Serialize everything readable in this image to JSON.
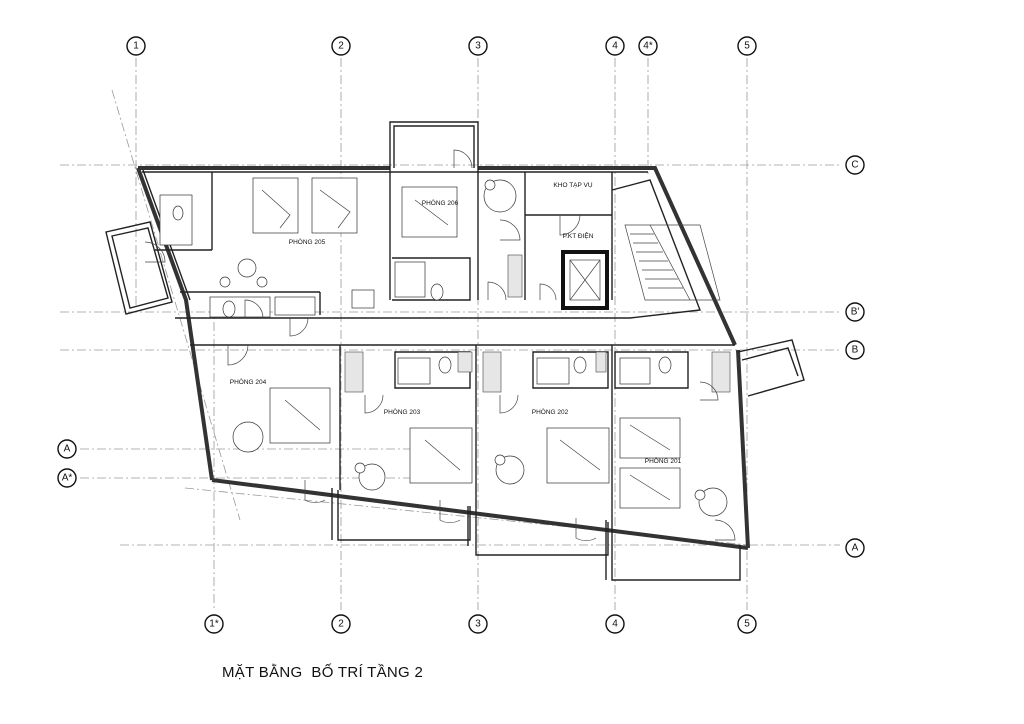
{
  "title": "MẶT BẰNG  BỐ TRÍ TẦNG 2",
  "grid_labels": {
    "top": [
      "1",
      "2",
      "3",
      "4",
      "4*",
      "5"
    ],
    "bottom": [
      "1*",
      "2",
      "3",
      "4",
      "5"
    ],
    "right": [
      "C",
      "B'",
      "B",
      "A"
    ],
    "left": [
      "A",
      "A*"
    ]
  },
  "rooms": {
    "p205": "PHÒNG 205",
    "p206": "PHÒNG 206",
    "kho": "KHO TẠP VỤ",
    "ktdien": "P.KT ĐIỆN",
    "p204": "PHÒNG 204",
    "p203": "PHÒNG 203",
    "p202": "PHÒNG 202",
    "p201": "PHÒNG 201"
  }
}
